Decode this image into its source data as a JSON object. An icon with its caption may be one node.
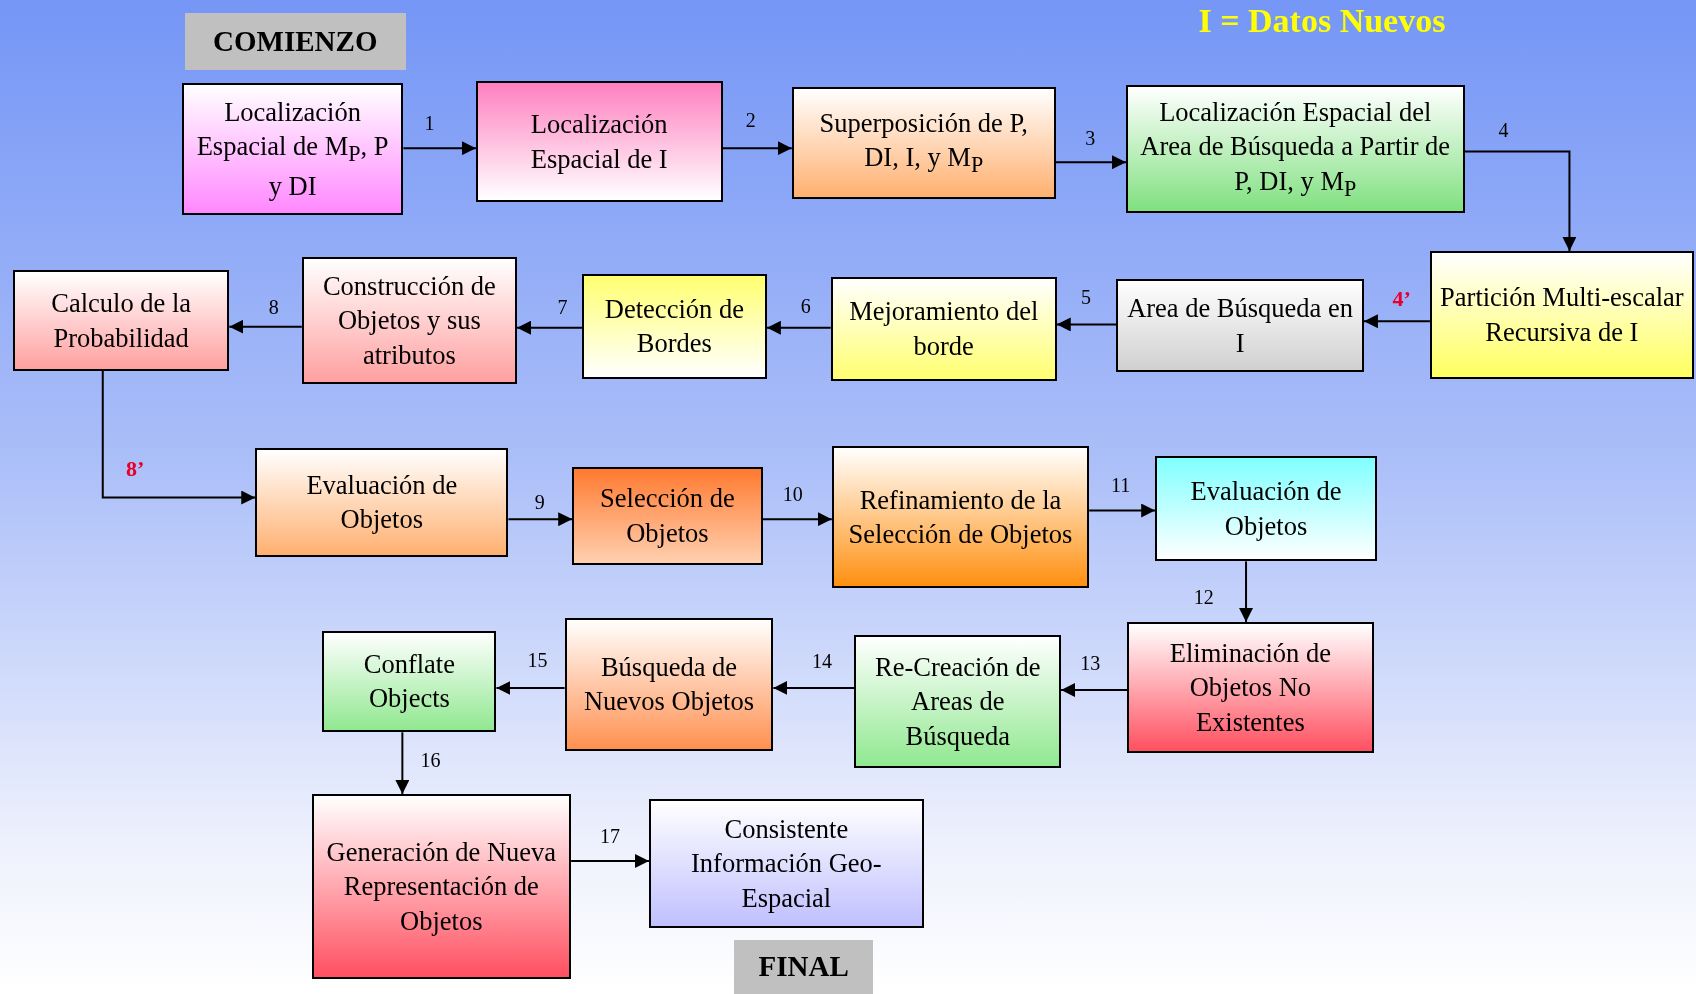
{
  "diagram": {
    "nodes": [
      {
        "text": [
          "COMIENZO"
        ]
      },
      {
        "text": [
          "Localización Espacial de M$_{P}$, P y  DI"
        ]
      },
      {
        "text": [
          "Localización Espacial de I"
        ]
      },
      {
        "text": [
          "Superposición de P, DI, I, y  M$_{P}$"
        ]
      },
      {
        "text": [
          "Localización Espacial del Area de Búsqueda a Partir de P, DI, y M$_{P}$"
        ]
      },
      {
        "text": [
          "Partición Multi-escalar Recursiva de I"
        ]
      },
      {
        "text": [
          "Area de Búsqueda en I"
        ]
      },
      {
        "text": [
          "Mejoramiento del borde"
        ]
      },
      {
        "text": [
          "Detección de Bordes"
        ]
      },
      {
        "text": [
          "Construcción de Objetos y sus atributos"
        ]
      },
      {
        "text": [
          "Calculo de la Probabilidad"
        ]
      },
      {
        "text": [
          "Evaluación de Objetos"
        ]
      },
      {
        "text": [
          "Selección de Objetos"
        ]
      },
      {
        "text": [
          "Refinamiento de la Selección de Objetos"
        ]
      },
      {
        "text": [
          "Evaluación de Objetos"
        ]
      },
      {
        "text": [
          "Eliminación de Objetos No Existentes"
        ]
      },
      {
        "text": [
          "Re-Creación de Areas de Búsqueda"
        ]
      },
      {
        "text": [
          "Búsqueda de Nuevos Objetos"
        ]
      },
      {
        "text": [
          "Conflate Objects"
        ]
      },
      {
        "text": [
          "Generación de Nueva Representación de Objetos"
        ]
      },
      {
        "text": [
          "Consistente Información Geo-Espacial"
        ]
      },
      {
        "text": [
          "FINAL"
        ]
      }
    ],
    "edges": [
      {
        "from": 1,
        "to": 2,
        "arrow": "to",
        "label": "1"
      },
      {
        "from": 2,
        "to": 3,
        "arrow": "to",
        "label": "2"
      },
      {
        "from": 3,
        "to": 4,
        "arrow": "to",
        "label": "3"
      },
      {
        "from": 4,
        "to": 5,
        "arrow": "to",
        "label": "4"
      },
      {
        "from": 5,
        "to": 6,
        "arrow": "to",
        "label": "4’"
      },
      {
        "from": 6,
        "to": 7,
        "arrow": "to",
        "label": "5"
      },
      {
        "from": 7,
        "to": 8,
        "arrow": "to",
        "label": "6"
      },
      {
        "from": 8,
        "to": 9,
        "arrow": "to",
        "label": "7"
      },
      {
        "from": 9,
        "to": 10,
        "arrow": "to",
        "label": "8"
      },
      {
        "from": 10,
        "to": 11,
        "arrow": "to",
        "label": "8’"
      },
      {
        "from": 11,
        "to": 12,
        "arrow": "to",
        "label": "9"
      },
      {
        "from": 12,
        "to": 13,
        "arrow": "to",
        "label": "10"
      },
      {
        "from": 13,
        "to": 14,
        "arrow": "to",
        "label": "11"
      },
      {
        "from": 14,
        "to": 15,
        "arrow": "to",
        "label": "12"
      },
      {
        "from": 15,
        "to": 16,
        "arrow": "to",
        "label": "13"
      },
      {
        "from": 16,
        "to": 17,
        "arrow": "to",
        "label": "14"
      },
      {
        "from": 17,
        "to": 18,
        "arrow": "to",
        "label": "15"
      },
      {
        "from": 18,
        "to": 19,
        "arrow": "to",
        "label": "16"
      },
      {
        "from": 19,
        "to": 20,
        "arrow": "to",
        "label": "17"
      }
    ],
    "labels": [
      "I = Datos Nuevos"
    ]
  }
}
